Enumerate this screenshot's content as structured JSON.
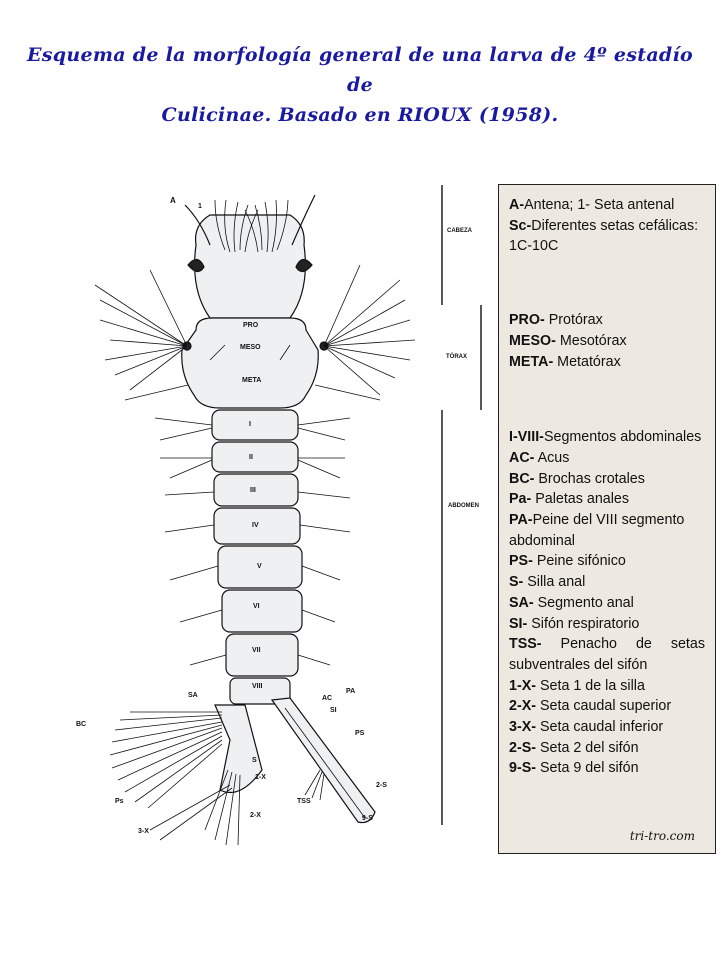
{
  "title": {
    "line1": "Esquema de la morfología general de una larva de 4º estadío de",
    "line2": "Culicinae. Basado en RIOUX (1958)."
  },
  "diagram": {
    "region_labels": {
      "cabeza": "CABEZA",
      "torax": "TÓRAX",
      "abdomen": "ABDOMEN"
    },
    "head_label": "A",
    "head_num": "1",
    "thorax_labels": [
      "PRO",
      "MESO",
      "META"
    ],
    "segment_labels": [
      "I",
      "II",
      "III",
      "IV",
      "V",
      "VI",
      "VII",
      "VIII"
    ],
    "tail_labels": {
      "sa": "SA",
      "ac": "AC",
      "pa": "PA",
      "si": "SI",
      "bc": "BC",
      "ps": "PS",
      "s": "S",
      "x1": "1-X",
      "ps_small": "Ps",
      "x2": "2-X",
      "x3": "3-X",
      "tss": "TSS",
      "s2": "2-S",
      "s9": "9-S"
    }
  },
  "legend": {
    "group1": [
      {
        "key": "A-",
        "text": "Antena; 1- Seta antenal"
      },
      {
        "key": "Sc-",
        "text": "Diferentes setas cefálicas: 1C-10C"
      }
    ],
    "group2": [
      {
        "key": "PRO-",
        "text": " Protórax"
      },
      {
        "key": "MESO-",
        "text": " Mesotórax"
      },
      {
        "key": "META-",
        "text": " Metatórax"
      }
    ],
    "group3": [
      {
        "key": "I-VIII-",
        "text": "Segmentos abdominales"
      },
      {
        "key": "AC-",
        "text": " Acus"
      },
      {
        "key": "BC-",
        "text": " Brochas crotales"
      },
      {
        "key": "Pa-",
        "text": " Paletas anales"
      },
      {
        "key": "PA-",
        "text": "Peine del VIII segmento abdominal"
      },
      {
        "key": "PS-",
        "text": " Peine sifónico"
      },
      {
        "key": "S-",
        "text": " Silla anal"
      },
      {
        "key": "SA-",
        "text": " Segmento anal"
      },
      {
        "key": "SI-",
        "text": " Sifón respiratorio"
      },
      {
        "key": "TSS-",
        "text": " Penacho de setas subventrales del sifón",
        "justify": true
      },
      {
        "key": "1-X-",
        "text": " Seta 1 de la silla"
      },
      {
        "key": "2-X-",
        "text": " Seta caudal superior"
      },
      {
        "key": "3-X-",
        "text": " Seta caudal inferior"
      },
      {
        "key": "2-S-",
        "text": " Seta 2 del sifón"
      },
      {
        "key": "9-S-",
        "text": " Seta 9 del sifón"
      }
    ],
    "credit": "tri-tro.com"
  }
}
